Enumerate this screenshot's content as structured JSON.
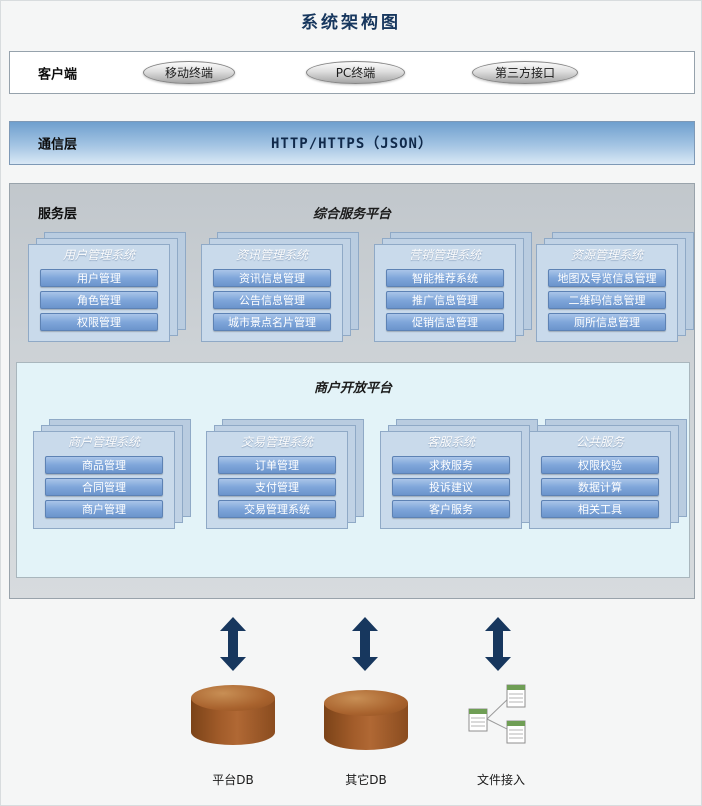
{
  "page": {
    "title": "系统架构图"
  },
  "client": {
    "label": "客户端",
    "terminals": [
      "移动终端",
      "PC终端",
      "第三方接口"
    ]
  },
  "comm": {
    "label": "通信层",
    "protocol": "HTTP/HTTPS（JSON）"
  },
  "service": {
    "label": "服务层",
    "platform_title": "综合服务平台",
    "stacks": [
      {
        "title": "用户管理系统",
        "items": [
          "用户管理",
          "角色管理",
          "权限管理"
        ]
      },
      {
        "title": "资讯管理系统",
        "items": [
          "资讯信息管理",
          "公告信息管理",
          "城市景点名片管理"
        ]
      },
      {
        "title": "营销管理系统",
        "items": [
          "智能推荐系统",
          "推广信息管理",
          "促销信息管理"
        ]
      },
      {
        "title": "资源管理系统",
        "items": [
          "地图及导览信息管理",
          "二维码信息管理",
          "厕所信息管理"
        ]
      }
    ],
    "merchant": {
      "title": "商户开放平台",
      "stacks": [
        {
          "title": "商户管理系统",
          "items": [
            "商品管理",
            "合同管理",
            "商户管理"
          ]
        },
        {
          "title": "交易管理系统",
          "items": [
            "订单管理",
            "支付管理",
            "交易管理系统"
          ]
        },
        {
          "title": "客服系统",
          "items": [
            "求救服务",
            "投诉建议",
            "客户服务"
          ]
        },
        {
          "title": "公共服务",
          "items": [
            "权限校验",
            "数据计算",
            "相关工具"
          ]
        }
      ]
    }
  },
  "storage": {
    "labels": [
      "平台DB",
      "其它DB",
      "文件接入"
    ]
  },
  "colors": {
    "accent_navy": "#17375e",
    "button_blue": "#7fa6da",
    "card_blue": "#c9daeb",
    "db_brown": "#a25c2a",
    "comm_blue": "#6f9fce"
  }
}
